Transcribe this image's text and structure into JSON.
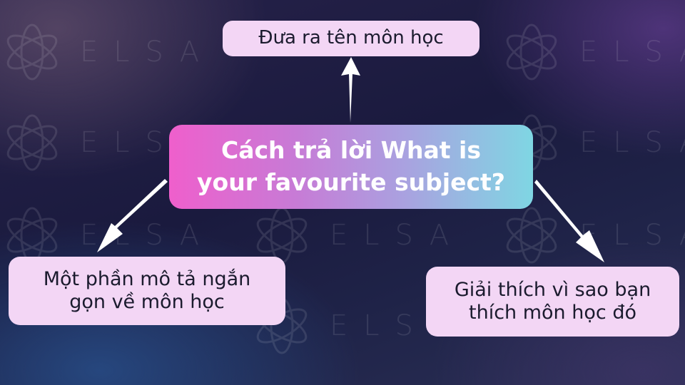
{
  "watermark": {
    "brand": "ELSA"
  },
  "diagram": {
    "center": {
      "line1": "Cách trả lời What is",
      "line2": "your favourite subject?"
    },
    "top": {
      "label": "Đưa ra tên môn học"
    },
    "left": {
      "line1": "Một phần mô tả ngắn",
      "line2": "gọn về môn học"
    },
    "right": {
      "line1": "Giải thích vì sao bạn",
      "line2": "thích môn học đó"
    }
  },
  "colors": {
    "leaf_fill": "#f3d6f5",
    "center_gradient_start": "#ef5fcc",
    "center_gradient_end": "#7fd6e3",
    "arrow": "#ffffff",
    "background": "#1a1a3e"
  }
}
